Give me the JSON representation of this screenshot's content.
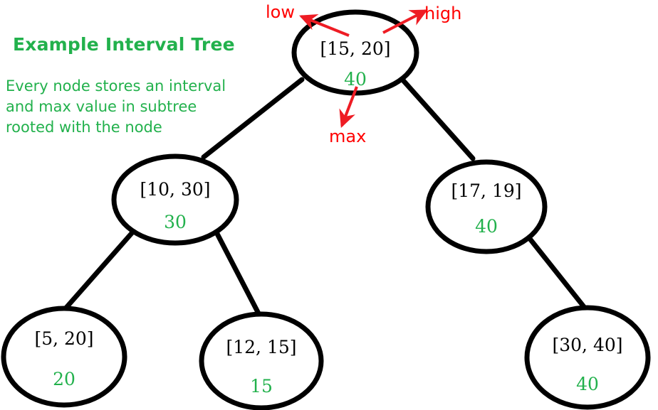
{
  "title": "Example Interval Tree",
  "caption_lines": [
    "Every node stores an interval",
    "and max value in subtree",
    "rooted with the node"
  ],
  "colors": {
    "green": "#22b14c",
    "red": "#ee1c24",
    "black": "#000000",
    "background": "#ffffff"
  },
  "nodes": {
    "root": {
      "interval": "[15, 20]",
      "max": "40"
    },
    "left": {
      "interval": "[10, 30]",
      "max": "30"
    },
    "right": {
      "interval": "[17, 19]",
      "max": "40"
    },
    "left_left": {
      "interval": "[5, 20]",
      "max": "20"
    },
    "left_right": {
      "interval": "[12, 15]",
      "max": "15"
    },
    "right_right": {
      "interval": "[30, 40]",
      "max": "40"
    }
  },
  "annotations": {
    "low": "low",
    "high": "high",
    "max": "max"
  }
}
